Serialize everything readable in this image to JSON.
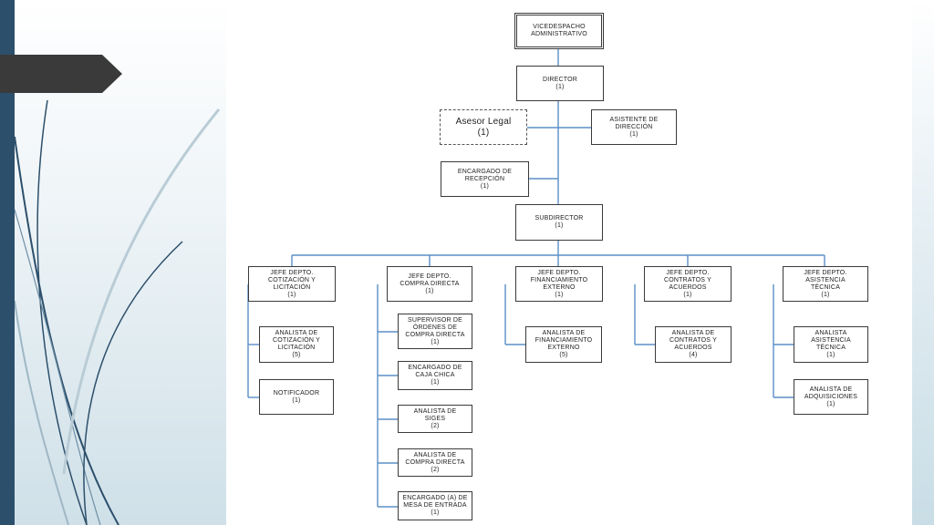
{
  "org_chart": {
    "vicedespacho": {
      "line1": "VICEDESPACHO",
      "line2": "ADMINISTRATIVO"
    },
    "director": {
      "line1": "DIRECTOR",
      "count": "(1)"
    },
    "asesor": {
      "line1": "Asesor Legal",
      "count": "(1)"
    },
    "asistente": {
      "line1": "ASISTENTE DE",
      "line2": "DIRECCIÓN",
      "count": "(1)"
    },
    "recepcion": {
      "line1": "ENCARGADO DE",
      "line2": "RECEPCIÓN",
      "count": "(1)"
    },
    "subdirector": {
      "line1": "SUBDIRECTOR",
      "count": "(1)"
    },
    "jefe_cotizacion": {
      "line1": "JEFE DEPTO.",
      "line2": "COTIZACIÓN Y",
      "line3": "LICITACIÓN",
      "count": "(1)"
    },
    "analista_cotizacion": {
      "line1": "ANALISTA DE",
      "line2": "COTIZACIÓN Y",
      "line3": "LICITACIÓN",
      "count": "(5)"
    },
    "notificador": {
      "line1": "NOTIFICADOR",
      "count": "(1)"
    },
    "jefe_compra": {
      "line1": "JEFE DEPTO.",
      "line2": "COMPRA DIRECTA",
      "count": "(1)"
    },
    "supervisor": {
      "line1": "SUPERVISOR DE",
      "line2": "ÓRDENES DE",
      "line3": "COMPRA DIRECTA",
      "count": "(1)"
    },
    "caja_chica": {
      "line1": "ENCARGADO DE",
      "line2": "CAJA CHICA",
      "count": "(1)"
    },
    "siges": {
      "line1": "ANALISTA DE",
      "line2": "SIGES",
      "count": "(2)"
    },
    "analista_compra": {
      "line1": "ANALISTA DE",
      "line2": "COMPRA DIRECTA",
      "count": "(2)"
    },
    "mesa_entrada": {
      "line1": "ENCARGADO (A) DE",
      "line2": "MESA DE ENTRADA",
      "count": "(1)"
    },
    "jefe_financiamiento": {
      "line1": "JEFE DEPTO.",
      "line2": "FINANCIAMIENTO",
      "line3": "EXTERNO",
      "count": "(1)"
    },
    "analista_financiamiento": {
      "line1": "ANALISTA DE",
      "line2": "FINANCIAMIENTO",
      "line3": "EXTERNO",
      "count": "(5)"
    },
    "jefe_contratos": {
      "line1": "JEFE DEPTO.",
      "line2": "CONTRATOS Y",
      "line3": "ACUERDOS",
      "count": "(1)"
    },
    "analista_contratos": {
      "line1": "ANALISTA DE",
      "line2": "CONTRATOS Y",
      "line3": "ACUERDOS",
      "count": "(4)"
    },
    "jefe_asistencia": {
      "line1": "JEFE DEPTO.",
      "line2": "ASISTENCIA",
      "line3": "TÉCNICA",
      "count": "(1)"
    },
    "analista_asistencia": {
      "line1": "ANALISTA",
      "line2": "ASISTENCIA",
      "line3": "TÉCNICA",
      "count": "(1)"
    },
    "adquisiciones": {
      "line1": "ANALISTA DE",
      "line2": "ADQUISICIONES",
      "count": "(1)"
    }
  },
  "colors": {
    "connector": "#5b8fc7",
    "frame": "#2c4f6b",
    "tab": "#3a3a3a"
  }
}
